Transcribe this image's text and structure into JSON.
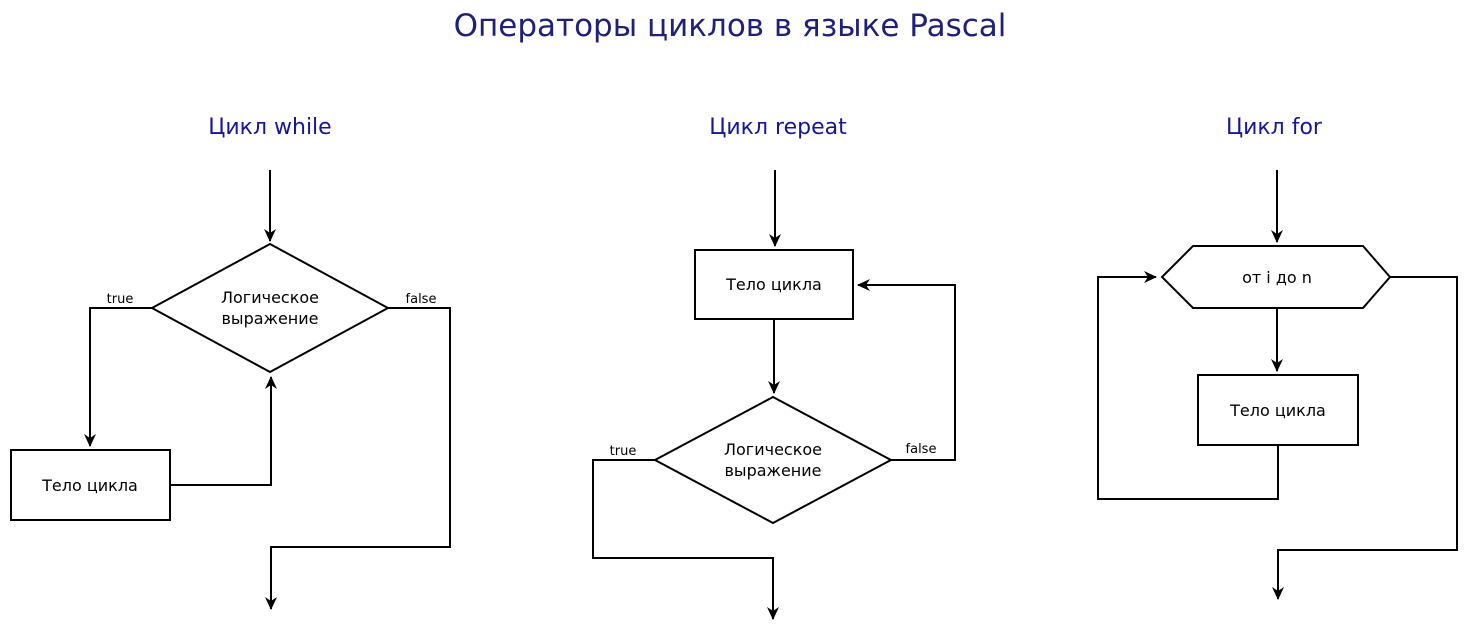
{
  "page": {
    "title": "Операторы циклов в языке Pascal"
  },
  "colors": {
    "title": "#20207a",
    "subtitle": "#16169b",
    "line": "#000000",
    "shape_fill": "#ffffff",
    "background": "#ffffff"
  },
  "charts": {
    "while": {
      "subtitle": "Цикл while",
      "condition_line1": "Логическое",
      "condition_line2": "выражение",
      "body": "Тело цикла",
      "true_label": "true",
      "false_label": "false"
    },
    "repeat": {
      "subtitle": "Цикл repeat",
      "condition_line1": "Логическое",
      "condition_line2": "выражение",
      "body": "Тело цикла",
      "true_label": "true",
      "false_label": "false"
    },
    "for": {
      "subtitle": "Цикл for",
      "range_label": "от i до n",
      "body": "Тело цикла"
    }
  }
}
